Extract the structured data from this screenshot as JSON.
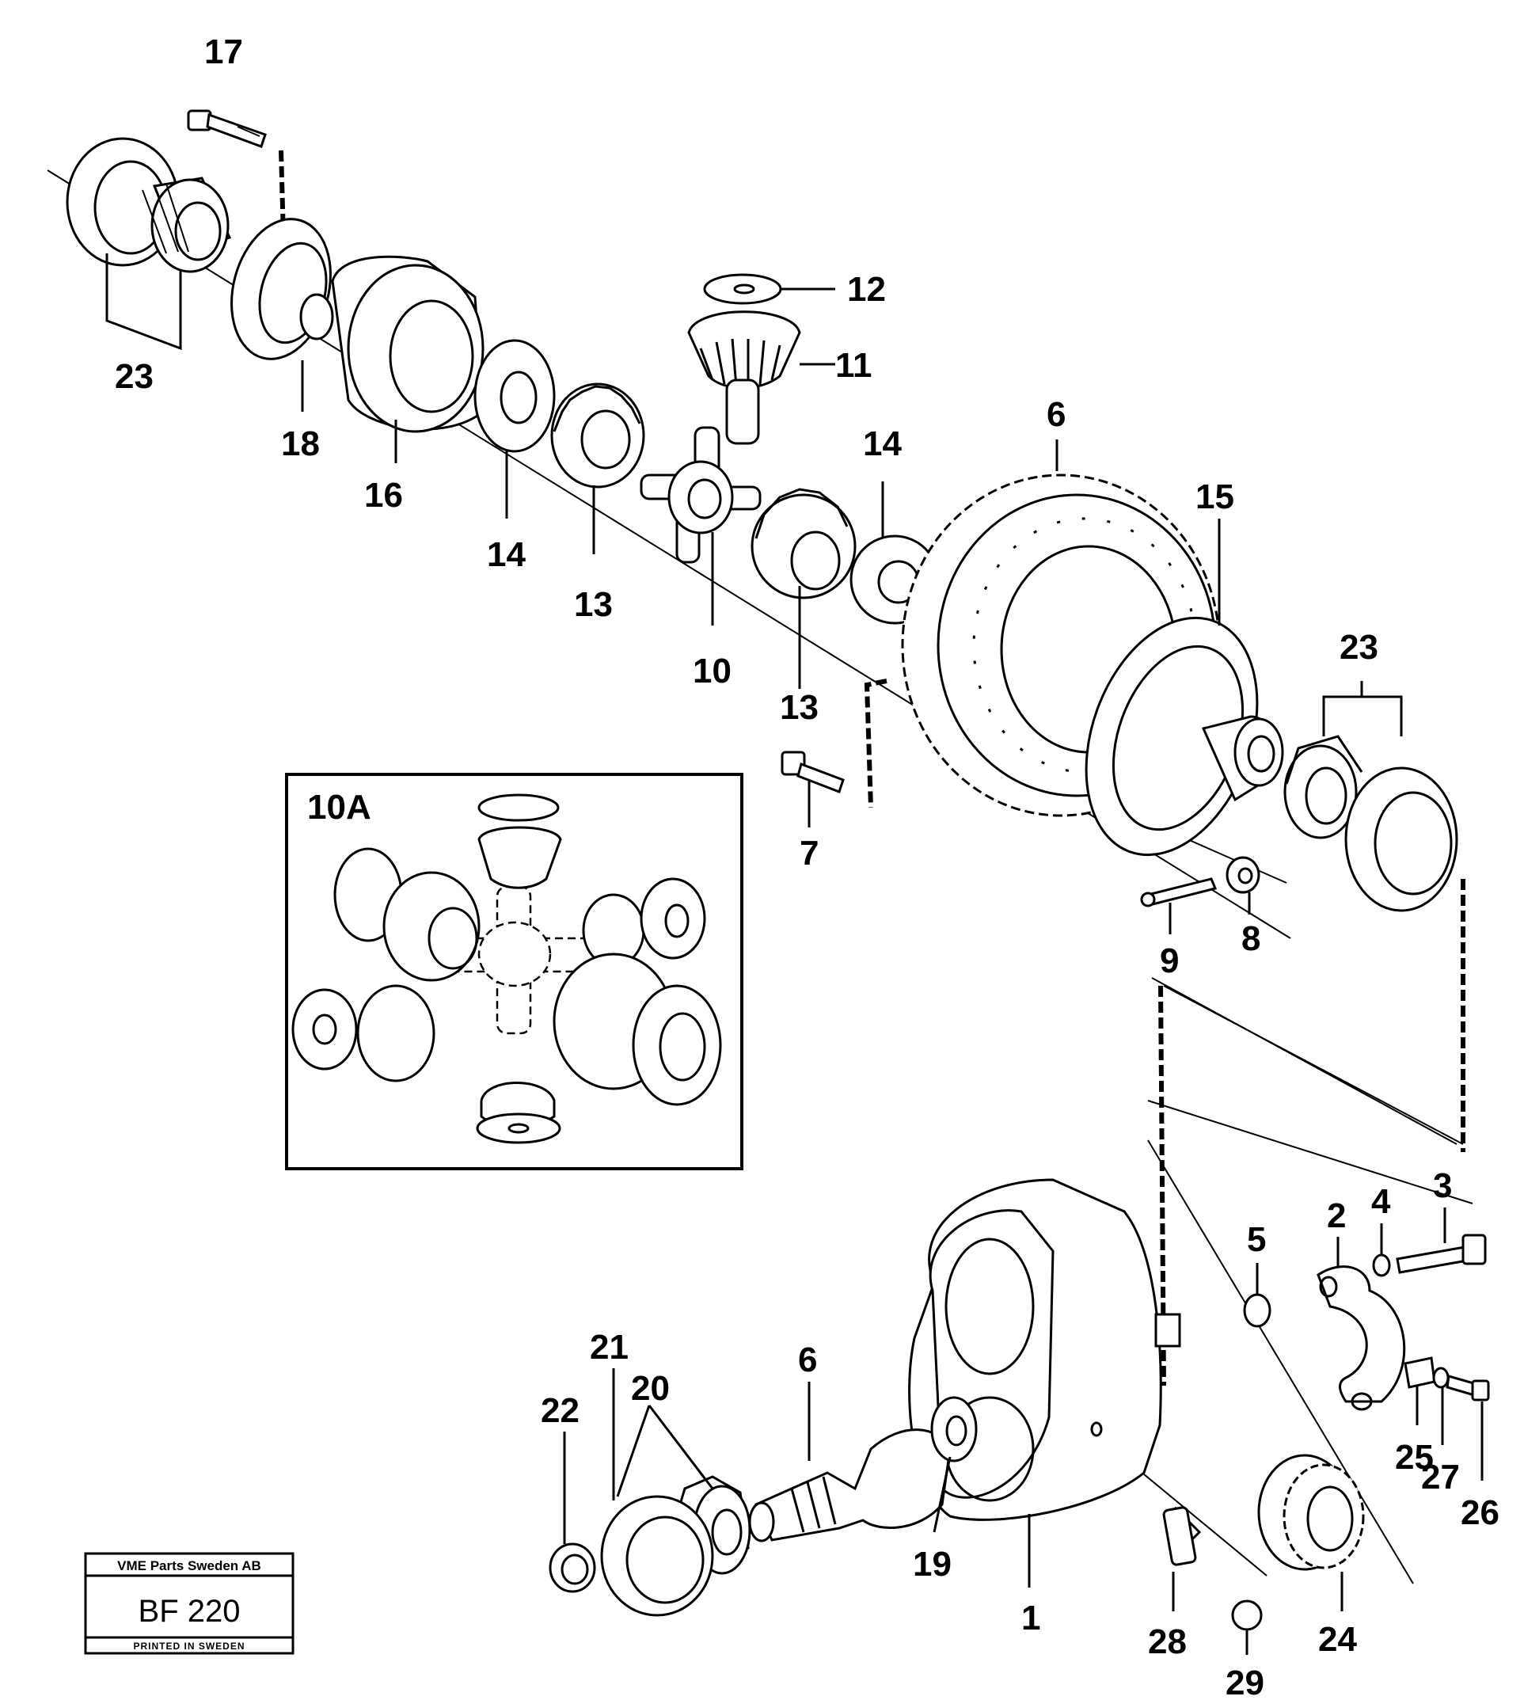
{
  "inset": {
    "label": "10A"
  },
  "callouts": [
    {
      "key": "c17",
      "text": "17"
    },
    {
      "key": "c12",
      "text": "12"
    },
    {
      "key": "c11",
      "text": "11"
    },
    {
      "key": "c23a",
      "text": "23"
    },
    {
      "key": "c18",
      "text": "18"
    },
    {
      "key": "c16",
      "text": "16"
    },
    {
      "key": "c14a",
      "text": "14"
    },
    {
      "key": "c13a",
      "text": "13"
    },
    {
      "key": "c10",
      "text": "10"
    },
    {
      "key": "c13b",
      "text": "13"
    },
    {
      "key": "c14b",
      "text": "14"
    },
    {
      "key": "c6a",
      "text": "6"
    },
    {
      "key": "c15",
      "text": "15"
    },
    {
      "key": "c23b",
      "text": "23"
    },
    {
      "key": "c7",
      "text": "7"
    },
    {
      "key": "c9",
      "text": "9"
    },
    {
      "key": "c8",
      "text": "8"
    },
    {
      "key": "c5",
      "text": "5"
    },
    {
      "key": "c2",
      "text": "2"
    },
    {
      "key": "c4",
      "text": "4"
    },
    {
      "key": "c3",
      "text": "3"
    },
    {
      "key": "c21",
      "text": "21"
    },
    {
      "key": "c20",
      "text": "20"
    },
    {
      "key": "c22",
      "text": "22"
    },
    {
      "key": "c6b",
      "text": "6"
    },
    {
      "key": "c19",
      "text": "19"
    },
    {
      "key": "c1",
      "text": "1"
    },
    {
      "key": "c28",
      "text": "28"
    },
    {
      "key": "c29",
      "text": "29"
    },
    {
      "key": "c24",
      "text": "24"
    },
    {
      "key": "c25",
      "text": "25"
    },
    {
      "key": "c27",
      "text": "27"
    },
    {
      "key": "c26",
      "text": "26"
    }
  ],
  "stamp": {
    "company": "VME Parts Sweden AB",
    "code": "BF 220",
    "printed": "PRINTED IN SWEDEN"
  }
}
